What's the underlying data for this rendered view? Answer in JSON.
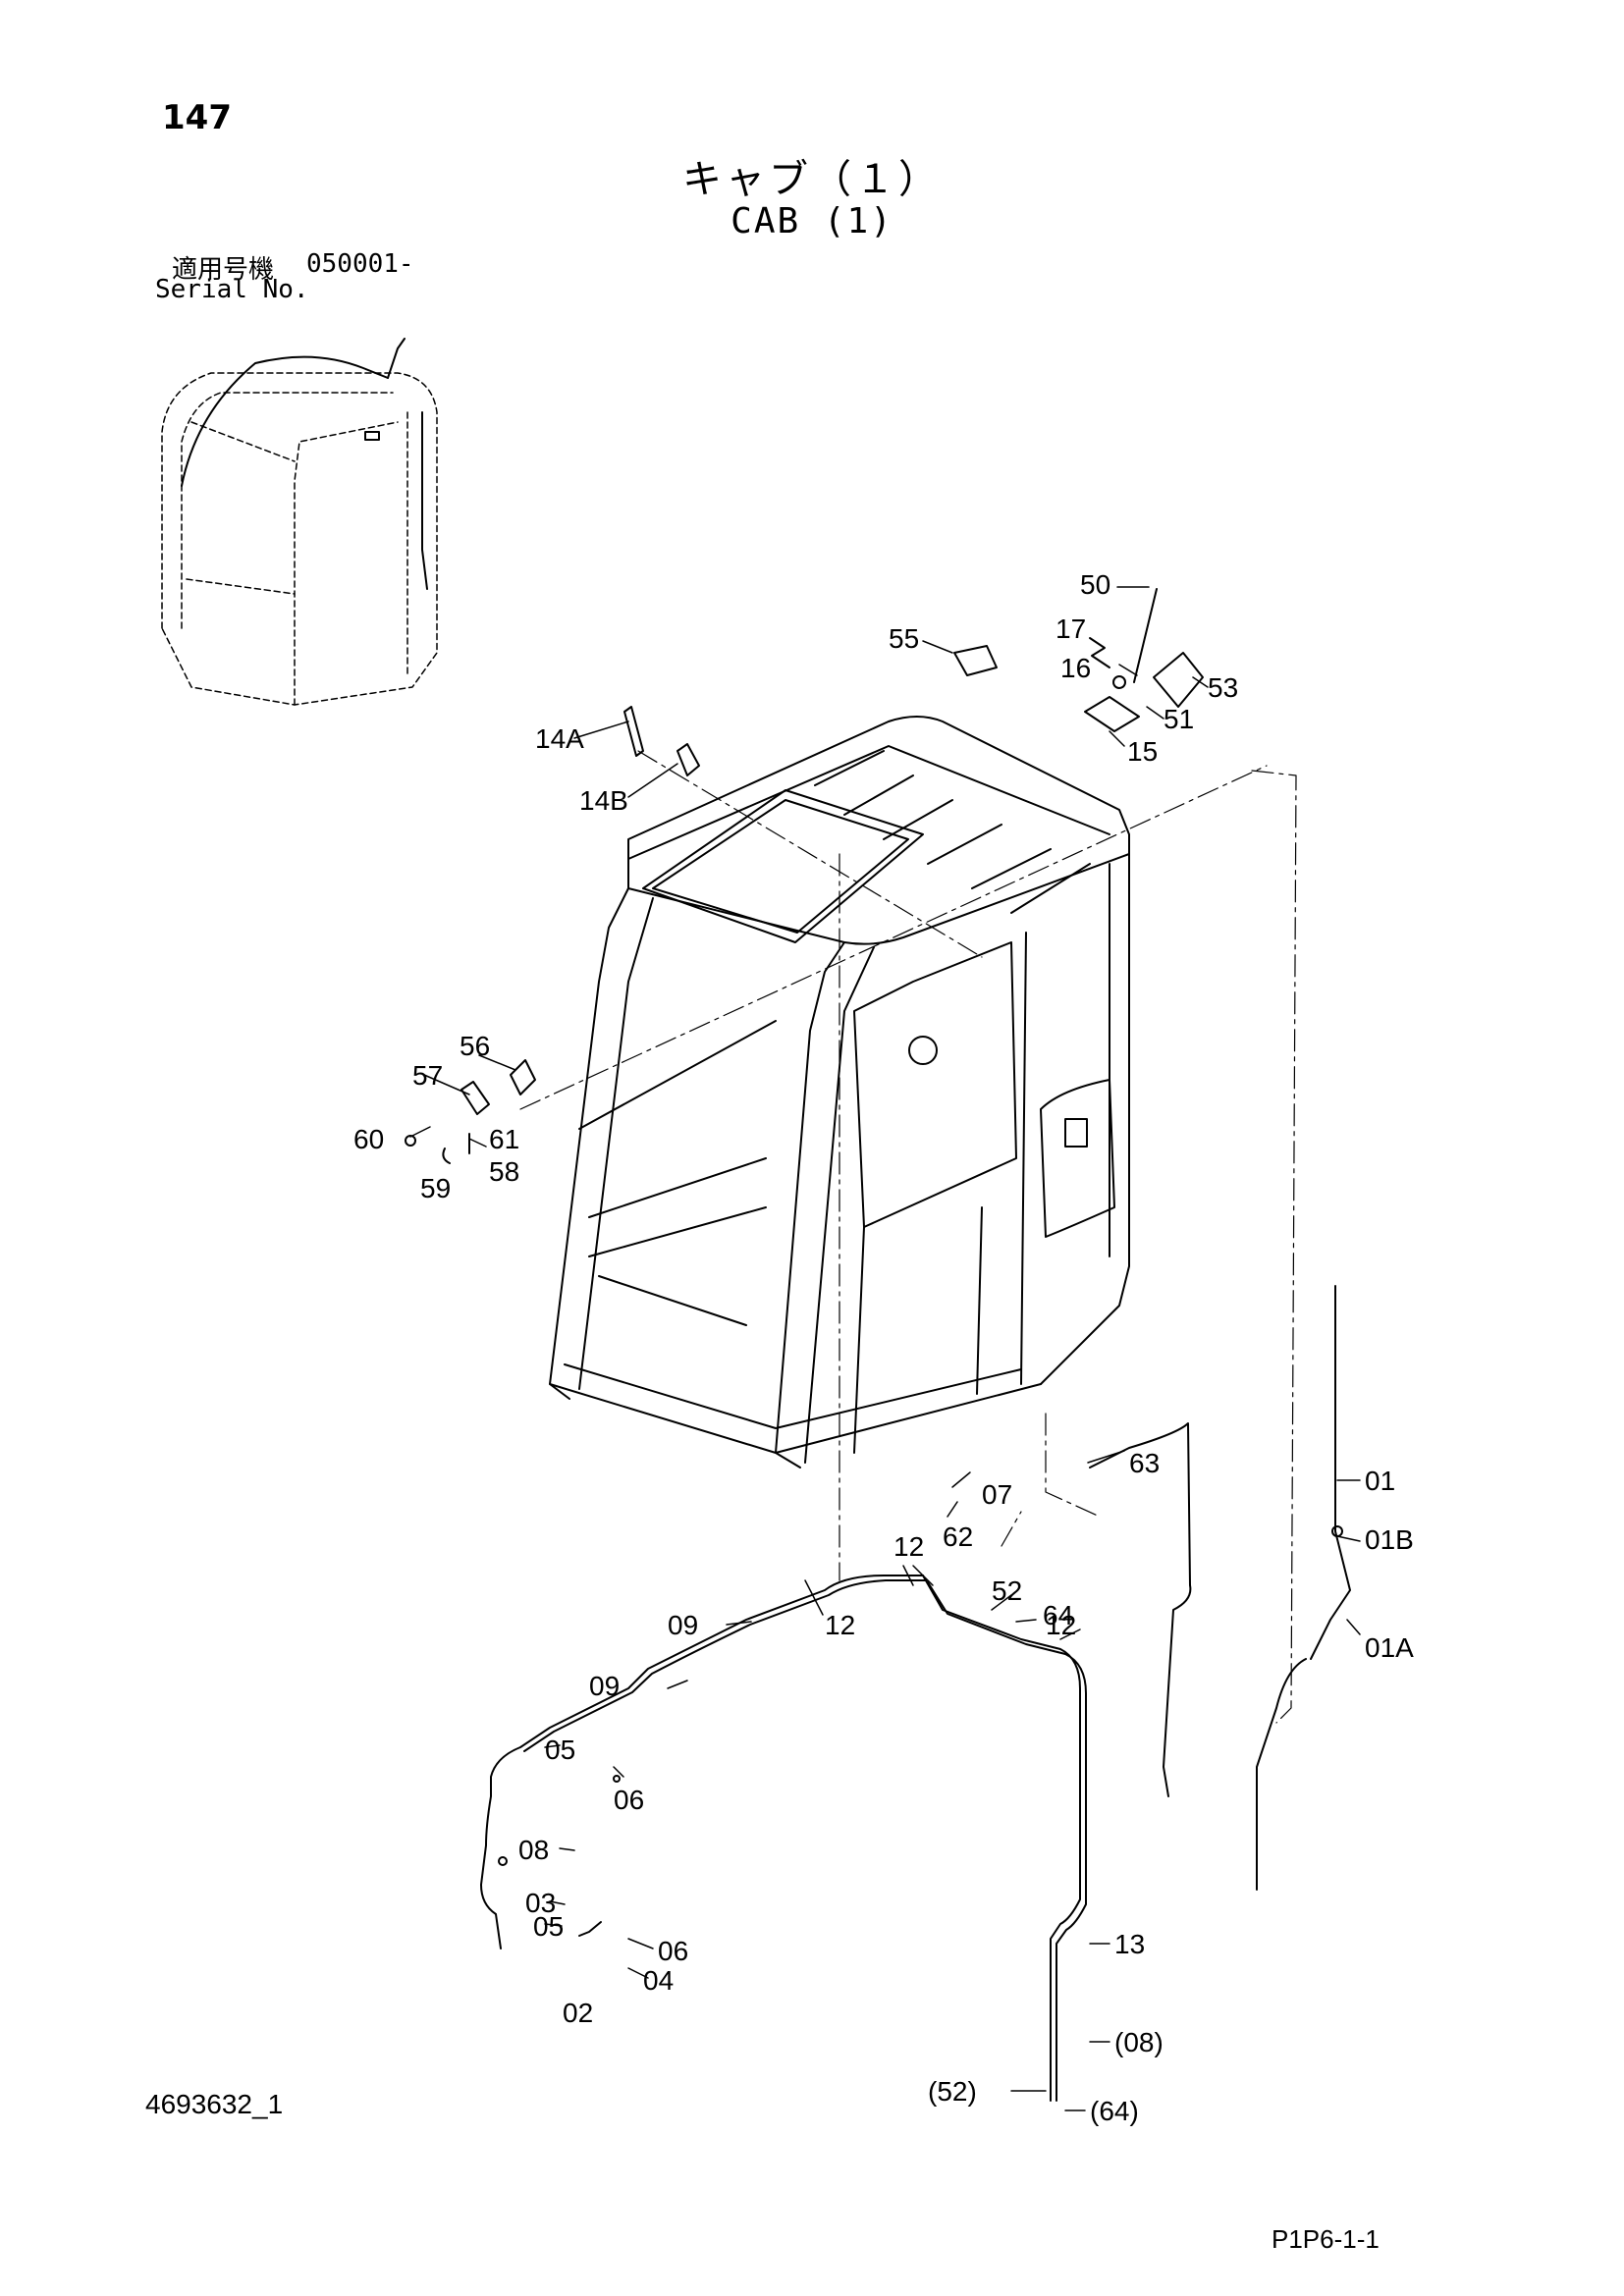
{
  "header": {
    "page_number": "147",
    "title_jp": "キャブ（１）",
    "title_en": "CAB (1)",
    "serial_label_jp": "適用号機",
    "serial_value": "050001-",
    "serial_label_en": "Serial No."
  },
  "footer": {
    "doc_id": "4693632_1",
    "page_code": "P1P6-1-1"
  },
  "callouts": {
    "c50": "50",
    "c17": "17",
    "c16": "16",
    "c53": "53",
    "c51": "51",
    "c15": "15",
    "c55": "55",
    "c14A": "14A",
    "c14B": "14B",
    "c56": "56",
    "c57": "57",
    "c60": "60",
    "c61": "61",
    "c58": "58",
    "c59": "59",
    "c63": "63",
    "c07": "07",
    "c62": "62",
    "c01": "01",
    "c01B": "01B",
    "c01A": "01A",
    "c12a": "12",
    "c12b": "12",
    "c12c": "12",
    "c52": "52",
    "c64": "64",
    "c09a": "09",
    "c09b": "09",
    "c05a": "05",
    "c06a": "06",
    "c08": "08",
    "c03": "03",
    "c05b": "05",
    "c06b": "06",
    "c04": "04",
    "c02": "02",
    "c13": "13",
    "c08p": "(08)",
    "c52p": "(52)",
    "c64p": "(64)"
  },
  "colors": {
    "line": "#000000",
    "background": "#ffffff"
  }
}
